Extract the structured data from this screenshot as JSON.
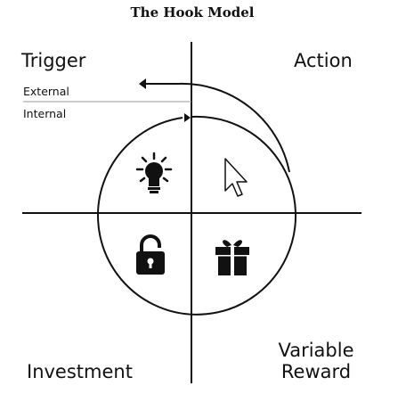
{
  "title": "The Hook Model",
  "phases": {
    "trigger": "Trigger",
    "action": "Action",
    "variable_reward": [
      "Variable",
      "Reward"
    ],
    "investment": "Investment"
  },
  "trigger_types": {
    "external": "External",
    "internal": "Internal"
  },
  "icons": {
    "trigger": "lightbulb-icon",
    "action": "cursor-arrow-icon",
    "reward": "gift-icon",
    "investment": "padlock-icon"
  },
  "colors": {
    "ink": "#111111",
    "divider": "#999999",
    "background": "#ffffff"
  }
}
